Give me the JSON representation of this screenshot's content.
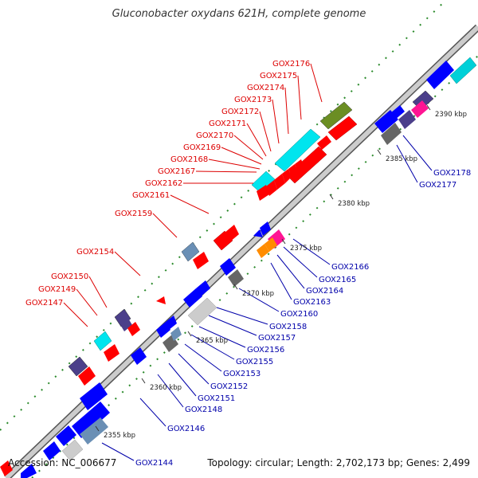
{
  "title": "Gluconobacter oxydans 621H, complete genome",
  "footer": {
    "accession": "Accession: NC_006677",
    "summary": "Topology: circular; Length: 2,702,173 bp; Genes: 2,499"
  },
  "scale_labels": [
    "2355 kbp",
    "2360 kbp",
    "2365 kbp",
    "2370 kbp",
    "2375 kbp",
    "2380 kbp",
    "2385 kbp",
    "2390 kbp"
  ],
  "genes_upper": [
    "GOX2176",
    "GOX2175",
    "GOX2174",
    "GOX2173",
    "GOX2172",
    "GOX2171",
    "GOX2170",
    "GOX2169",
    "GOX2168",
    "GOX2167",
    "GOX2162",
    "GOX2161",
    "GOX2159",
    "GOX2154",
    "GOX2150",
    "GOX2149",
    "GOX2147"
  ],
  "genes_lower": [
    "GOX2178",
    "GOX2177",
    "GOX2166",
    "GOX2165",
    "GOX2164",
    "GOX2163",
    "GOX2160",
    "GOX2158",
    "GOX2157",
    "GOX2156",
    "GOX2155",
    "GOX2153",
    "GOX2152",
    "GOX2151",
    "GOX2148",
    "GOX2146",
    "GOX2144"
  ],
  "colors": {
    "forward_label": "#dd0000",
    "reverse_label": "#0000aa",
    "forward_gene": "#ff0000",
    "reverse_gene": "#0000ff",
    "backbone": "#bbbbbb",
    "tick": "#228822"
  }
}
